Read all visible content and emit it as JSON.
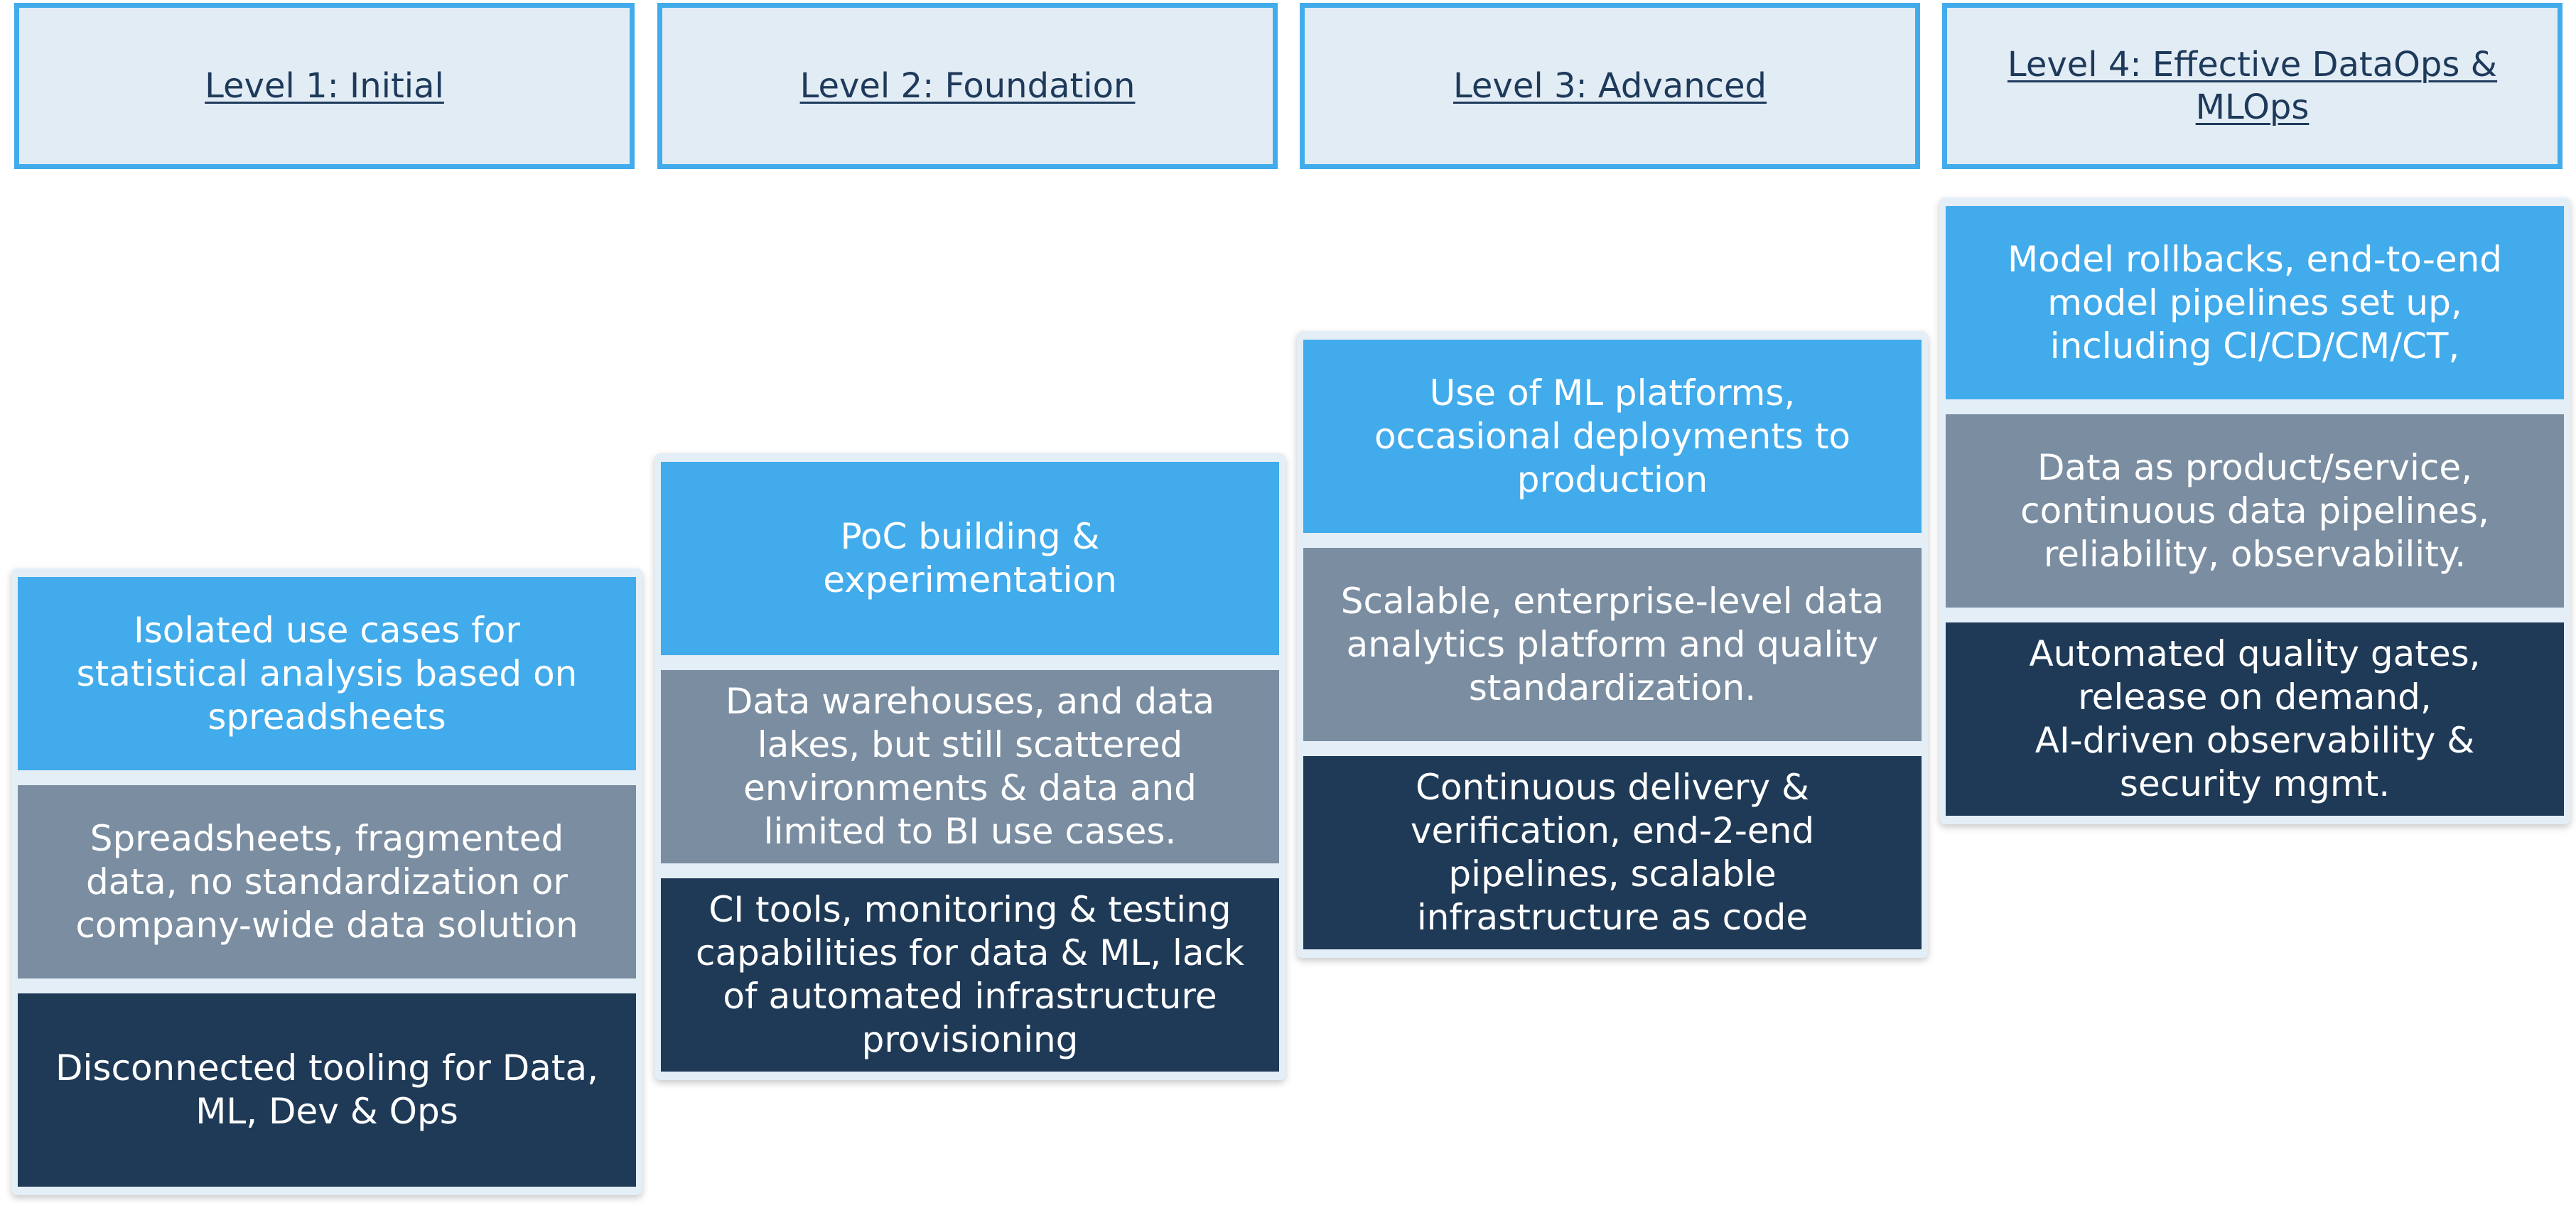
{
  "colors": {
    "header_fill": "#E2ECF4",
    "header_border": "#42ABEB",
    "header_text": "#1E3A5B",
    "blue": "#42ABEB",
    "gray": "#7A8DA1",
    "navy": "#1F3A57"
  },
  "levels": [
    {
      "title": "Level 1: Initial",
      "cards": [
        "Isolated use cases for\nstatistical analysis based on\nspreadsheets",
        "Spreadsheets, fragmented\ndata, no standardization or\ncompany-wide data solution",
        "Disconnected tooling for Data,\nML, Dev & Ops"
      ]
    },
    {
      "title": "Level 2: Foundation",
      "cards": [
        "PoC building &\nexperimentation",
        "Data warehouses, and data\nlakes, but still scattered\nenvironments & data and\nlimited to BI use cases.",
        "CI tools, monitoring & testing\ncapabilities for data & ML, lack\nof automated infrastructure\nprovisioning"
      ]
    },
    {
      "title": "Level 3: Advanced",
      "cards": [
        "Use of ML platforms,\noccasional deployments to\nproduction",
        "Scalable, enterprise-level data\nanalytics platform and quality\nstandardization.",
        "Continuous delivery &\nverification, end-2-end\npipelines, scalable\ninfrastructure as code"
      ]
    },
    {
      "title": "Level 4: Effective DataOps &\nMLOps",
      "cards": [
        "Model rollbacks, end-to-end\nmodel pipelines set up,\nincluding CI/CD/CM/CT,",
        "Data as product/service,\ncontinuous data pipelines,\nreliability, observability.",
        "Automated quality gates,\nrelease on demand,\nAI-driven observability &\nsecurity mgmt."
      ]
    }
  ]
}
